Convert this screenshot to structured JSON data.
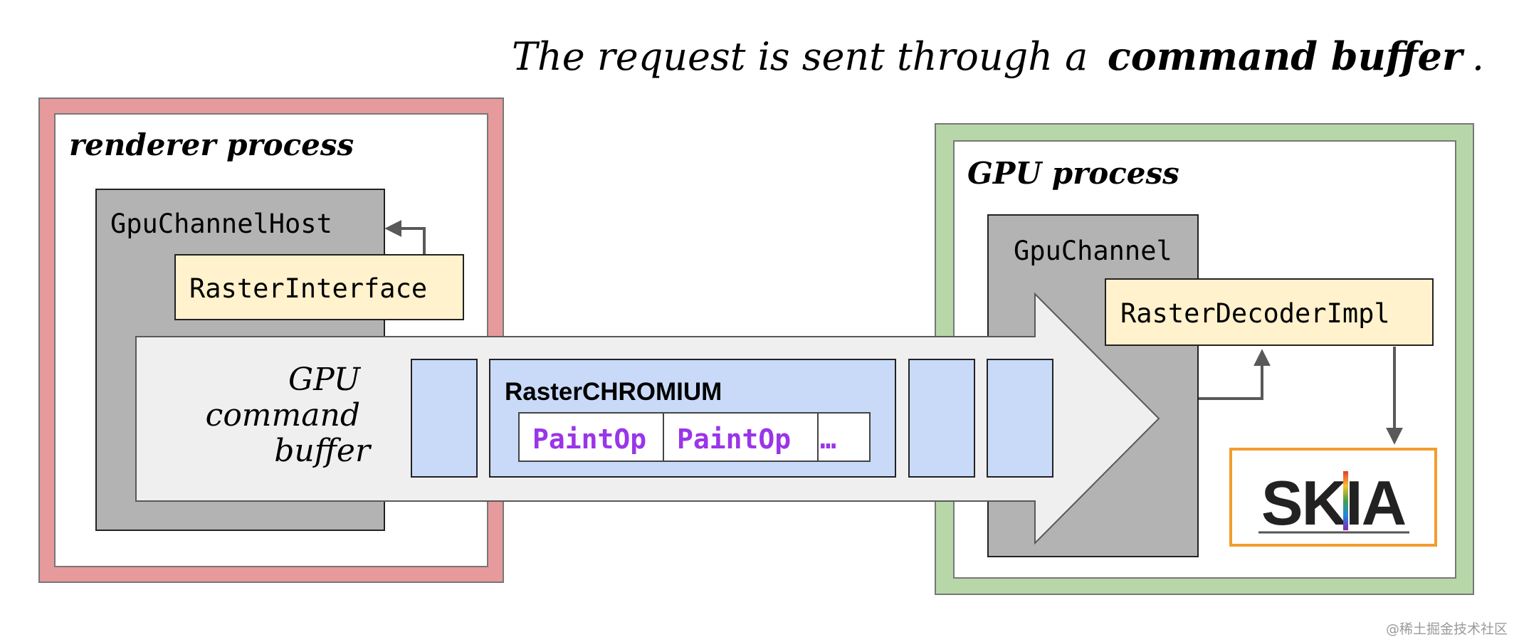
{
  "title": {
    "prefix": "The request is sent through a",
    "emphasis": "command buffer",
    "suffix": "."
  },
  "renderer": {
    "label": "renderer process",
    "host_label": "GpuChannelHost",
    "interface_label": "RasterInterface"
  },
  "command_buffer": {
    "label_lines": [
      "GPU",
      "command",
      "buffer"
    ],
    "raster_label": "RasterCHROMIUM",
    "ops": [
      "PaintOp",
      "PaintOp"
    ],
    "more": "…"
  },
  "gpu": {
    "label": "GPU process",
    "channel_label": "GpuChannel",
    "decoder_label": "RasterDecoderImpl",
    "skia_logo": "SKIA"
  },
  "watermark": "@稀土掘金技术社区",
  "colors": {
    "renderer_border": "#e79a9b",
    "gpu_border": "#b7d7a8",
    "gray_box": "#b3b3b3",
    "yellow_box": "#fff2cc",
    "blue_cell": "#c9daf8",
    "arrow_fill": "#efefef",
    "paintop_text": "#9a35e8",
    "skia_border": "#f39c2e",
    "connector": "#595959"
  }
}
